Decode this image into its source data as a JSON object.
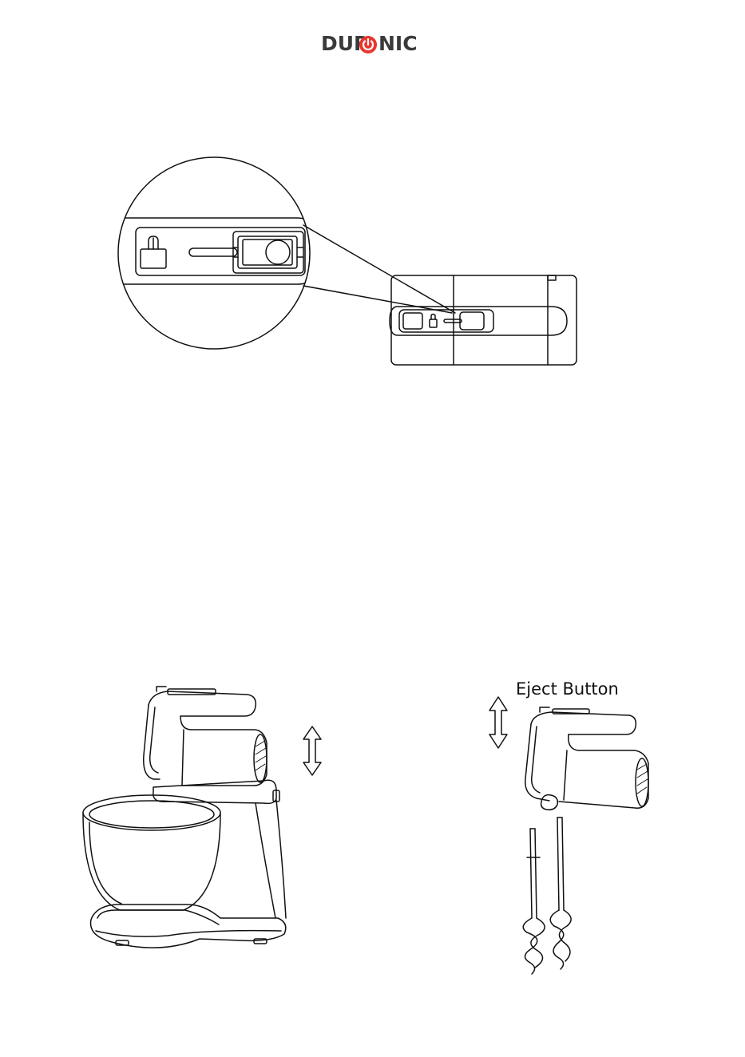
{
  "brand": {
    "logo_left": "DUR",
    "logo_right": "NIC",
    "logo_power_color": "#e8362d",
    "logo_text_color": "#3a3a3a"
  },
  "figures": {
    "speed_switch_closeup": {
      "icon": "speed-switch-closeup-illustration"
    },
    "stand_mixer": {
      "icon": "stand-mixer-illustration"
    },
    "hand_mixer": {
      "icon": "hand-mixer-with-dough-hooks-illustration"
    }
  },
  "labels": {
    "eject_button": "Eject Button"
  }
}
